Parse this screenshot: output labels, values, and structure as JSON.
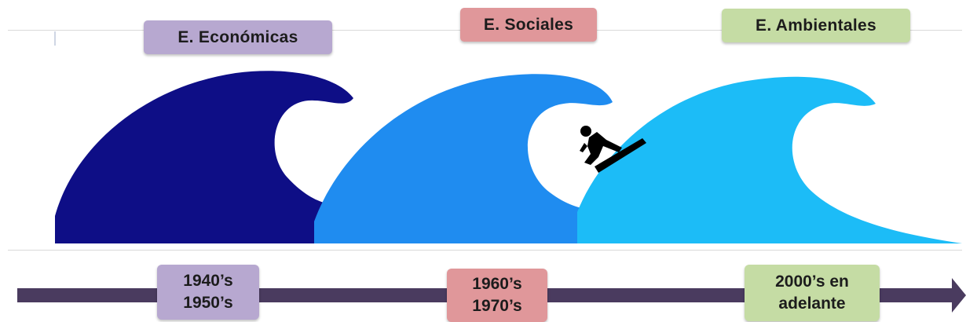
{
  "colors": {
    "wave_1": "#0e0e86",
    "wave_2": "#1f8cf0",
    "wave_3": "#1cbcf7",
    "label_1_bg": "#b7a8d0",
    "label_2_bg": "#e0979a",
    "label_3_bg": "#c5dca4",
    "arrow": "#4a3b5f",
    "surfer": "#000000"
  },
  "waves": [
    {
      "label": "E. Económicas",
      "period_line1": "1940’s",
      "period_line2": "1950’s"
    },
    {
      "label": "E. Sociales",
      "period_line1": "1960’s",
      "period_line2": "1970’s"
    },
    {
      "label": "E. Ambientales",
      "period_line1": "2000’s en",
      "period_line2": "adelante"
    }
  ],
  "icons": {
    "surfer": "surfer-icon",
    "arrow": "arrow-right-icon"
  }
}
